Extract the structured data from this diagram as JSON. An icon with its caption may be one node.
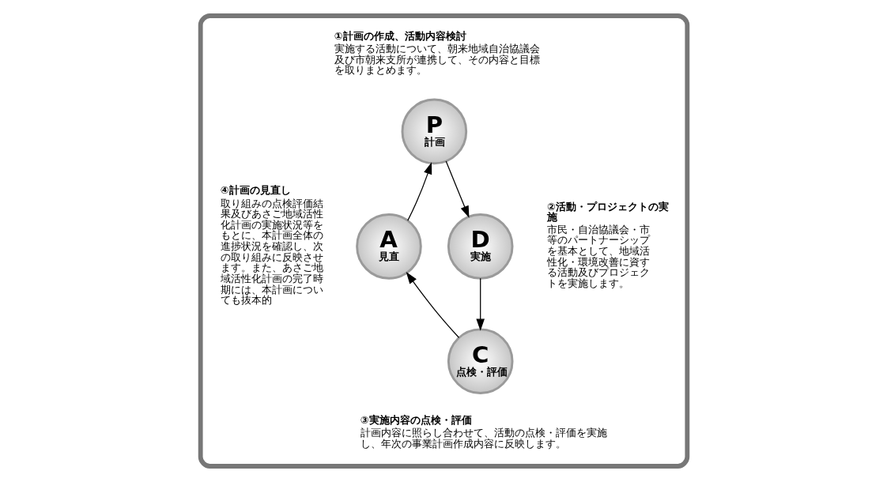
{
  "diagram": {
    "nodes": [
      {
        "text": [],
        "shape": "box"
      },
      {
        "text": [
          "P",
          "計画"
        ],
        "in": 0,
        "beside": [
          "①計画の作成、活動内容検討",
          "実施する活動について、朝来地域自治協議会及び市朝来支所が連携して、その内容と目標を取りまとめます。"
        ]
      },
      {
        "text": [
          "D",
          "実施"
        ],
        "in": 0,
        "beside": [
          "②活動・プロジェクトの実施",
          "市民・自治協議会・市等のパートナーシップを基本として、地域活性化・環境改善に資する活動及びプロジェクトを実施します。"
        ]
      },
      {
        "text": [
          "C",
          "点検・評価"
        ],
        "in": 0,
        "beside": [
          "③実施内容の点検・評価",
          "計画内容に照らし合わせて、活動の点検・評価を実施し、年次の事業計画作成内容に反映します。"
        ]
      },
      {
        "text": [
          "A",
          "見直"
        ],
        "in": 0,
        "beside": [
          "④計画の見直し",
          "取り組みの点検評価結果及びあさご地域活性化計画の実施状況等をもとに、本計画全体の進捗状況を確認し、次の取り組みに反映させます。また、あさご地域活性化計画の完了時期には、本計画についても抜本的"
        ]
      }
    ],
    "edges": [
      {
        "from": 1,
        "to": 2,
        "arrow": "to"
      },
      {
        "from": 2,
        "to": 3,
        "arrow": "to"
      },
      {
        "from": 3,
        "to": 4,
        "arrow": "to"
      },
      {
        "from": 4,
        "to": 1,
        "arrow": "to"
      }
    ]
  }
}
